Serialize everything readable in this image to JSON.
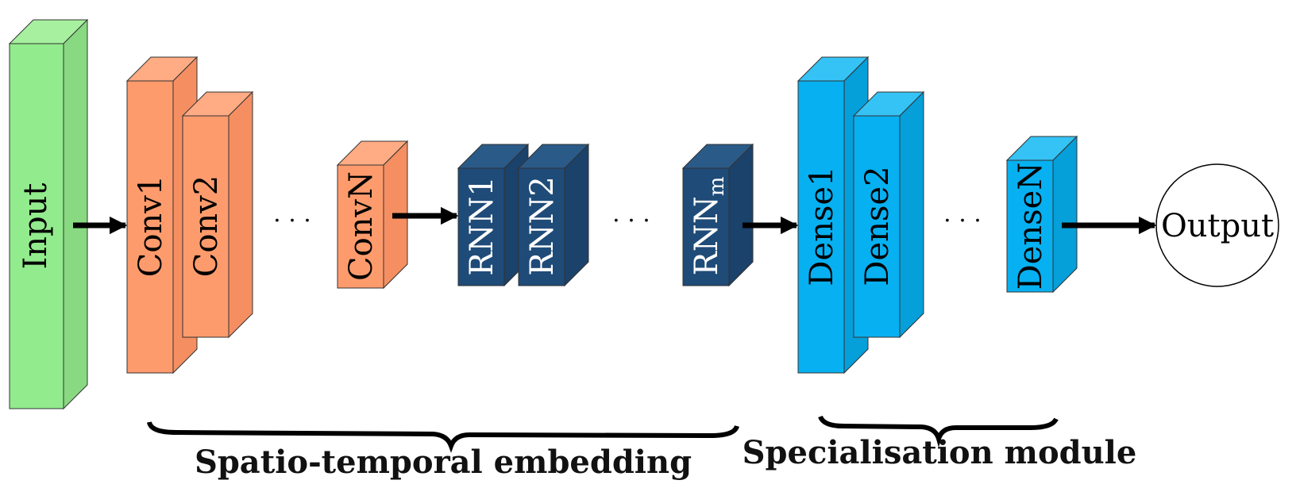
{
  "diagram": {
    "blocks": {
      "input": {
        "label": "Input",
        "front": "#92eb8c",
        "side": "#88d982",
        "top": "#a6f09f"
      },
      "conv1": {
        "label": "Conv1",
        "front": "#fe9b6c",
        "side": "#f58f62",
        "top": "#ffab83"
      },
      "conv2": {
        "label": "Conv2",
        "front": "#fe9b6c",
        "side": "#f58f62",
        "top": "#ffab83"
      },
      "convN": {
        "label": "ConvN",
        "front": "#fe9b6c",
        "side": "#f58f62",
        "top": "#ffab83"
      },
      "rnn1": {
        "label": "RNN1",
        "front": "#1f4b78",
        "side": "#1a426b",
        "top": "#2a5a88"
      },
      "rnn2": {
        "label": "RNN2",
        "front": "#1f4b78",
        "side": "#1a426b",
        "top": "#2a5a88"
      },
      "rnnm": {
        "label": "RNN",
        "sub": "m",
        "front": "#1f4b78",
        "side": "#1a426b",
        "top": "#2a5a88"
      },
      "dense1": {
        "label": "Dense1",
        "front": "#07b0f0",
        "side": "#059fda",
        "top": "#35c3f6"
      },
      "dense2": {
        "label": "Dense2",
        "front": "#07b0f0",
        "side": "#059fda",
        "top": "#35c3f6"
      },
      "denseN": {
        "label": "DenseN",
        "front": "#07b0f0",
        "side": "#059fda",
        "top": "#35c3f6"
      }
    },
    "output": {
      "label": "Output"
    },
    "ellipsis": "· · ·",
    "braces": {
      "spatio": "Spatio-temporal embedding",
      "special": "Specialisation module"
    }
  }
}
